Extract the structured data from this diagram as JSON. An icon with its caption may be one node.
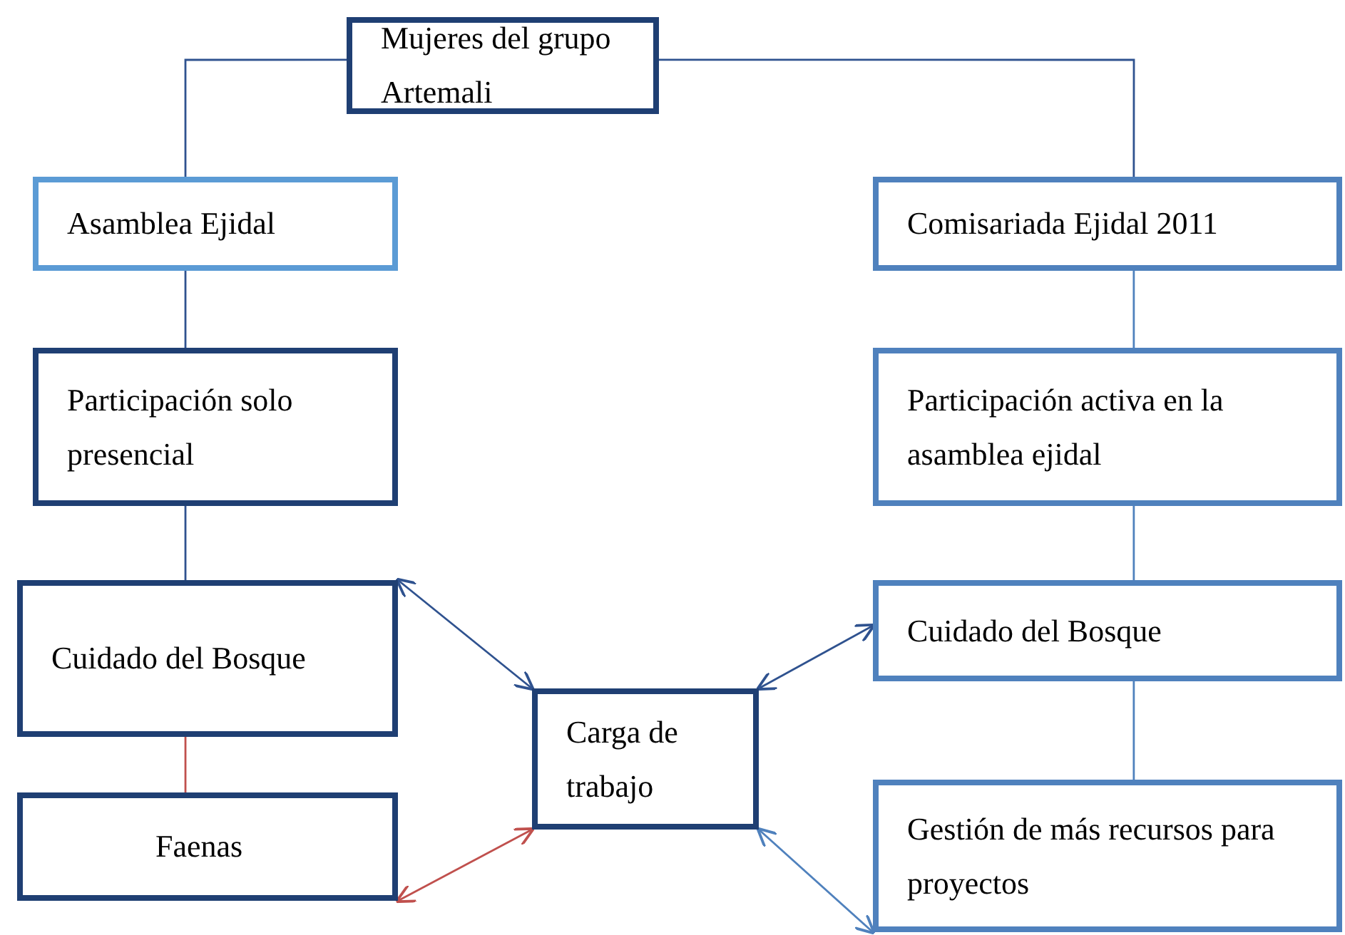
{
  "diagram": {
    "nodes": [
      {
        "text": [
          "Mujeres del grupo Artemali"
        ]
      },
      {
        "text": [
          "Asamblea Ejidal"
        ]
      },
      {
        "text": [
          "Participación solo presencial"
        ]
      },
      {
        "text": [
          "Cuidado del Bosque"
        ]
      },
      {
        "text": [
          "Faenas"
        ]
      },
      {
        "text": [
          "Carga de trabajo"
        ]
      },
      {
        "text": [
          "Comisariada Ejidal 2011"
        ]
      },
      {
        "text": [
          "Participación activa en la asamblea ejidal"
        ]
      },
      {
        "text": [
          "Cuidado del Bosque"
        ]
      },
      {
        "text": [
          "Gestión de más recursos para proyectos"
        ]
      }
    ],
    "edges": [
      {
        "from": 0,
        "to": 1,
        "arrow": "none"
      },
      {
        "from": 0,
        "to": 6,
        "arrow": "none"
      },
      {
        "from": 1,
        "to": 2,
        "arrow": "none"
      },
      {
        "from": 2,
        "to": 3,
        "arrow": "none"
      },
      {
        "from": 3,
        "to": 4,
        "arrow": "none",
        "color": "#c0504d"
      },
      {
        "from": 6,
        "to": 7,
        "arrow": "none",
        "color": "#4f81bd"
      },
      {
        "from": 7,
        "to": 8,
        "arrow": "none",
        "color": "#4f81bd"
      },
      {
        "from": 8,
        "to": 9,
        "arrow": "none",
        "color": "#4f81bd"
      },
      {
        "from": 3,
        "to": 5,
        "arrow": "both"
      },
      {
        "from": 4,
        "to": 5,
        "arrow": "both",
        "color": "#c0504d"
      },
      {
        "from": 5,
        "to": 8,
        "arrow": "both"
      },
      {
        "from": 5,
        "to": 9,
        "arrow": "both",
        "color": "#4f81bd"
      }
    ]
  }
}
